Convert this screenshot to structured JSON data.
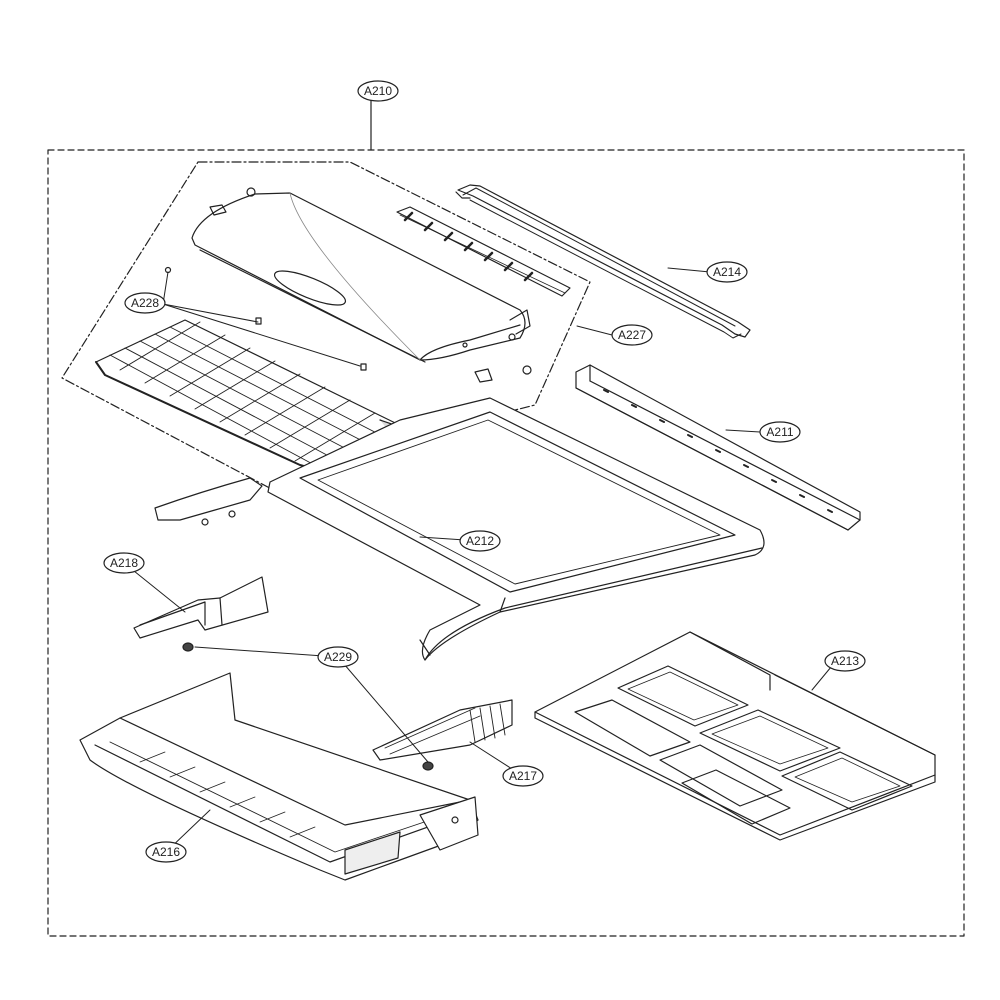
{
  "diagram": {
    "assembly_label": "A210",
    "callouts": [
      {
        "id": "A214",
        "label": "A214"
      },
      {
        "id": "A228",
        "label": "A228"
      },
      {
        "id": "A227",
        "label": "A227"
      },
      {
        "id": "A211",
        "label": "A211"
      },
      {
        "id": "A212",
        "label": "A212"
      },
      {
        "id": "A218",
        "label": "A218"
      },
      {
        "id": "A229",
        "label": "A229"
      },
      {
        "id": "A213",
        "label": "A213"
      },
      {
        "id": "A217",
        "label": "A217"
      },
      {
        "id": "A216",
        "label": "A216"
      }
    ]
  }
}
